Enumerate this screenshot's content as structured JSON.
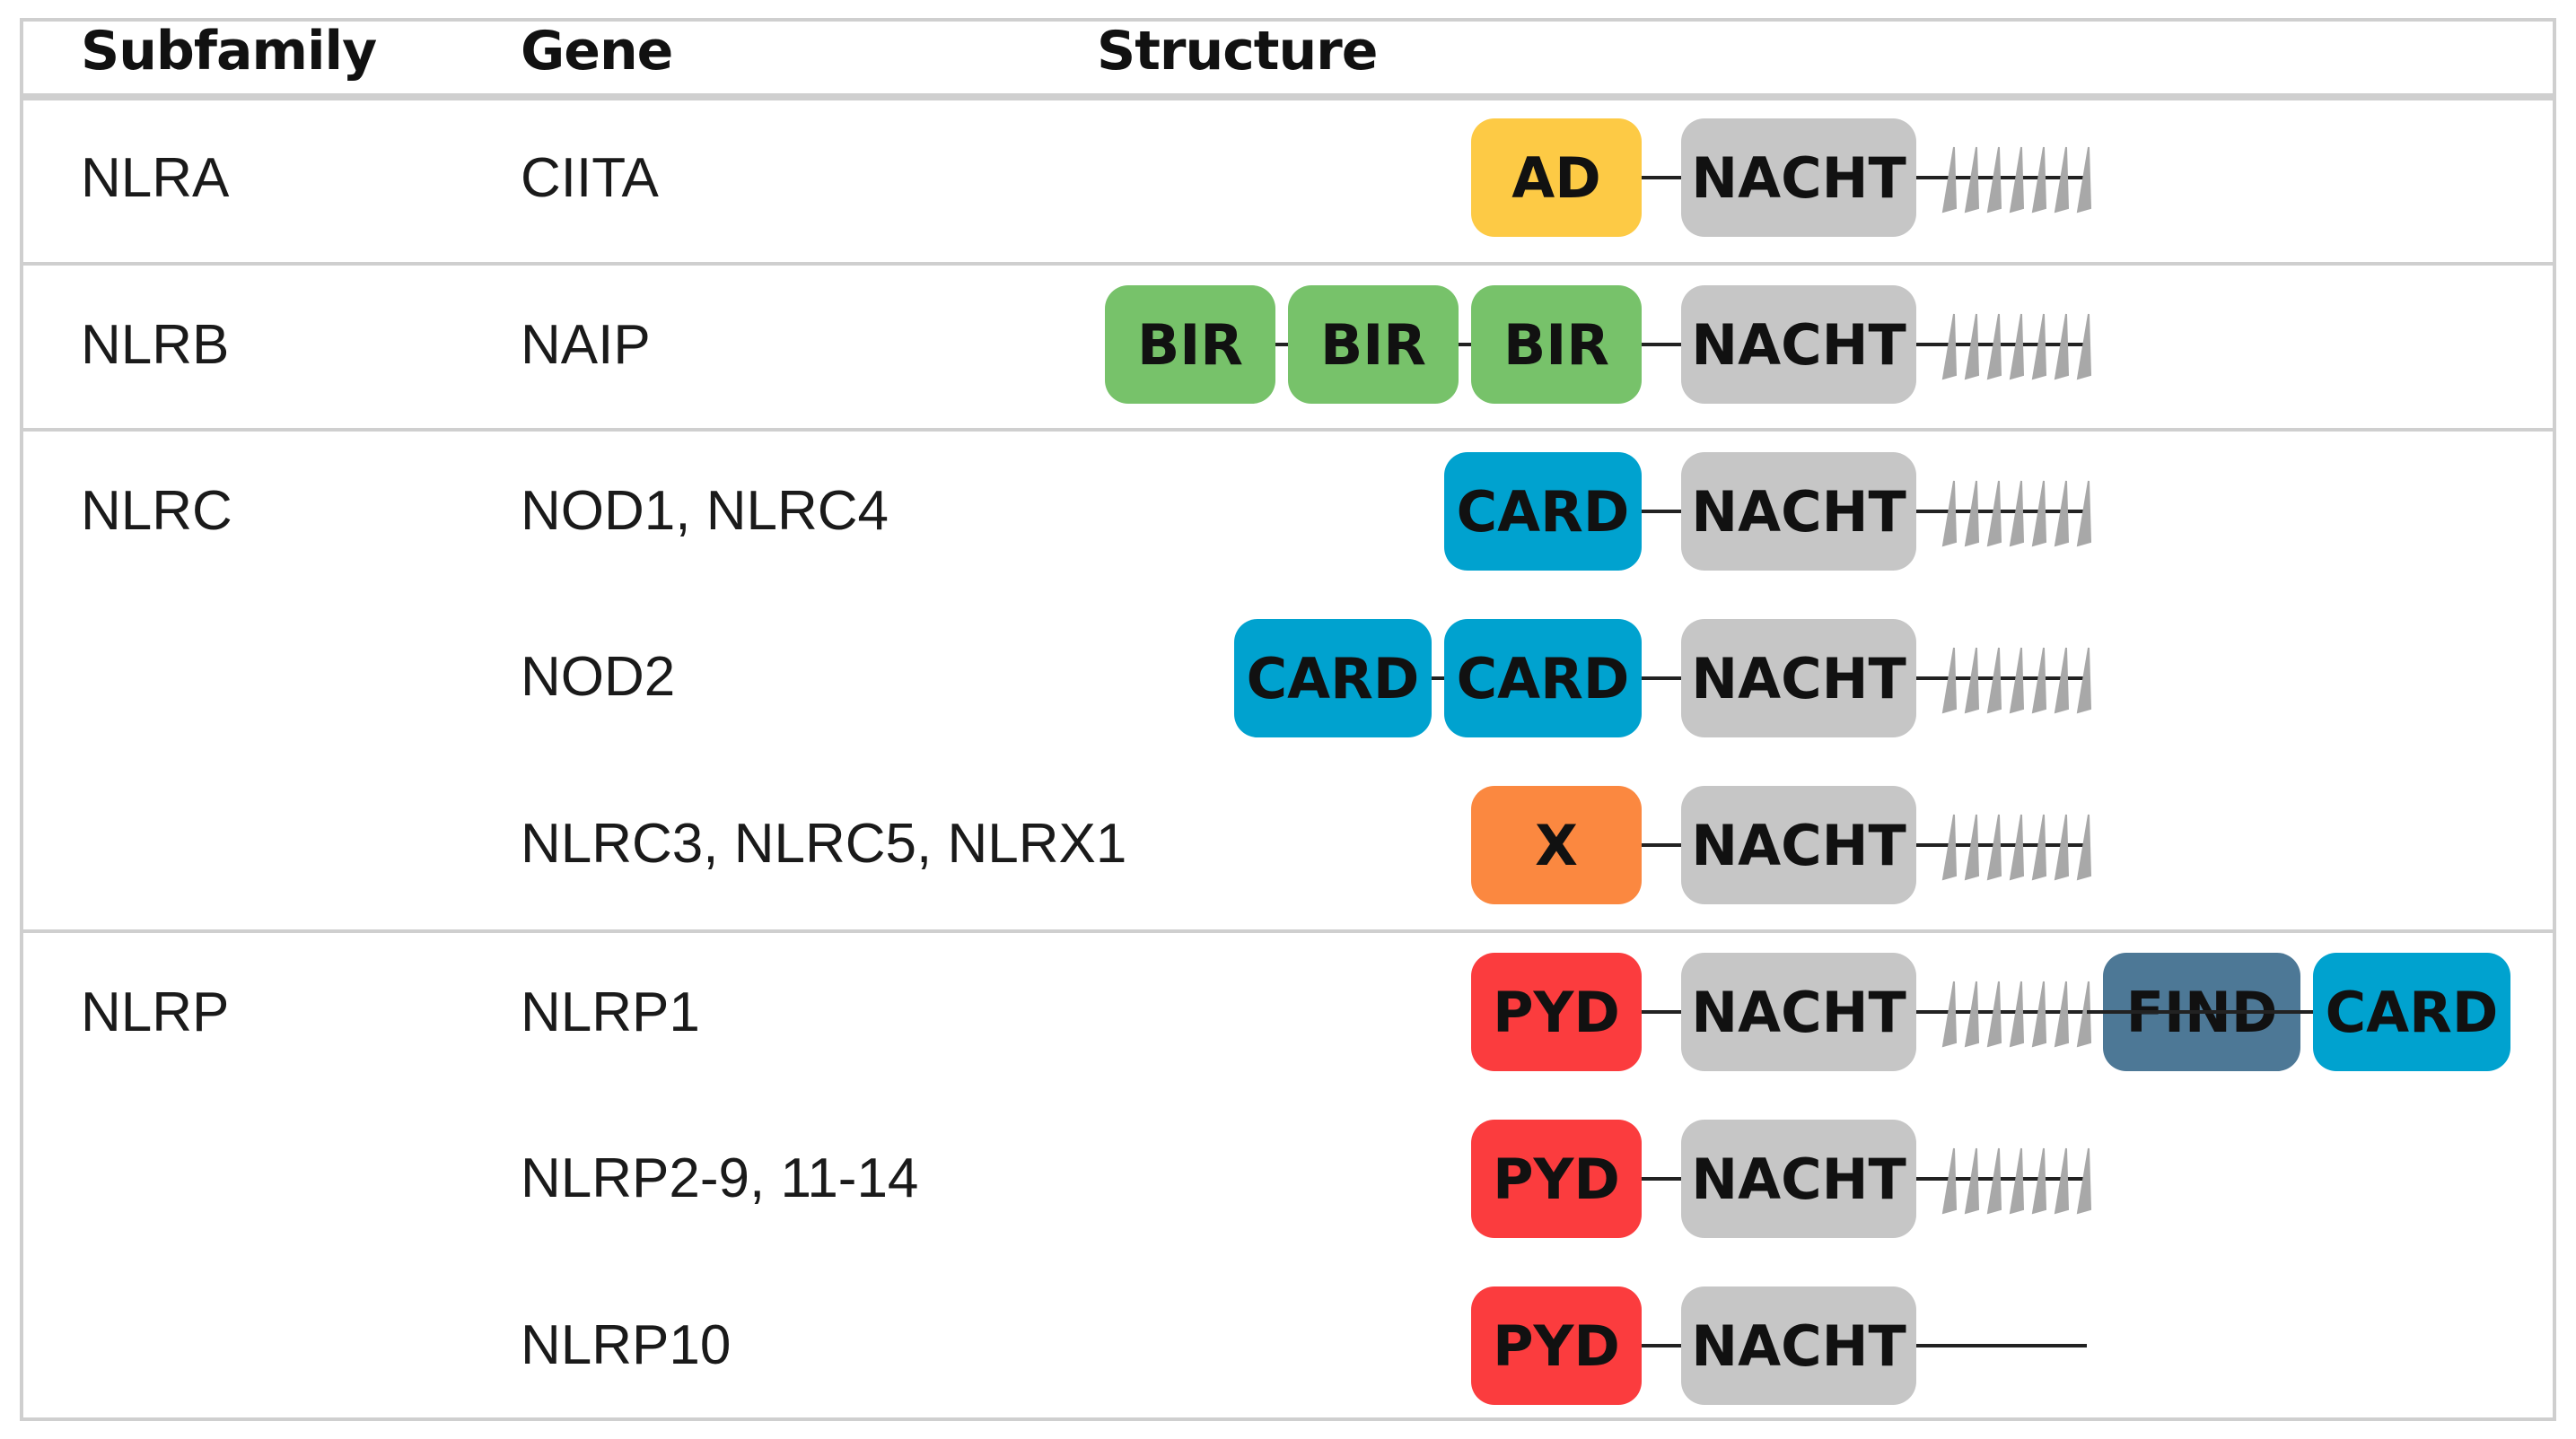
{
  "headers": {
    "subfamily": "Subfamily",
    "gene": "Gene",
    "structure": "Structure"
  },
  "colors": {
    "AD": "#fdca45",
    "BIR": "#77c26a",
    "CARD": "#00a2cf",
    "X": "#fb8840",
    "PYD": "#fb3c3e",
    "FIND": "#4d7896",
    "NACHT": "#c6c6c6",
    "line": "#222222",
    "lrr": "#a8a8a8",
    "border": "#cfcfcf"
  },
  "rows": [
    {
      "subfamily": "NLRA",
      "gene": "CIITA",
      "domains": [
        {
          "label": "AD",
          "type": "AD"
        },
        {
          "label": "NACHT",
          "type": "NACHT"
        }
      ],
      "lrr": true,
      "tail": []
    },
    {
      "subfamily": "NLRB",
      "gene": "NAIP",
      "domains": [
        {
          "label": "BIR",
          "type": "BIR"
        },
        {
          "label": "BIR",
          "type": "BIR"
        },
        {
          "label": "BIR",
          "type": "BIR"
        },
        {
          "label": "NACHT",
          "type": "NACHT"
        }
      ],
      "lrr": true,
      "tail": []
    },
    {
      "subfamily": "NLRC",
      "gene": "NOD1, NLRC4",
      "domains": [
        {
          "label": "CARD",
          "type": "CARD"
        },
        {
          "label": "NACHT",
          "type": "NACHT"
        }
      ],
      "lrr": true,
      "tail": []
    },
    {
      "subfamily": "",
      "gene": "NOD2",
      "domains": [
        {
          "label": "CARD",
          "type": "CARD"
        },
        {
          "label": "CARD",
          "type": "CARD"
        },
        {
          "label": "NACHT",
          "type": "NACHT"
        }
      ],
      "lrr": true,
      "tail": []
    },
    {
      "subfamily": "",
      "gene": "NLRC3, NLRC5, NLRX1",
      "domains": [
        {
          "label": "X",
          "type": "X"
        },
        {
          "label": "NACHT",
          "type": "NACHT"
        }
      ],
      "lrr": true,
      "tail": []
    },
    {
      "subfamily": "NLRP",
      "gene": "NLRP1",
      "domains": [
        {
          "label": "PYD",
          "type": "PYD"
        },
        {
          "label": "NACHT",
          "type": "NACHT"
        }
      ],
      "lrr": true,
      "tail": [
        {
          "label": "FIND",
          "type": "FIND"
        },
        {
          "label": "CARD",
          "type": "CARD"
        }
      ]
    },
    {
      "subfamily": "",
      "gene": "NLRP2-9, 11-14",
      "domains": [
        {
          "label": "PYD",
          "type": "PYD"
        },
        {
          "label": "NACHT",
          "type": "NACHT"
        }
      ],
      "lrr": true,
      "tail": []
    },
    {
      "subfamily": "",
      "gene": "NLRP10",
      "domains": [
        {
          "label": "PYD",
          "type": "PYD"
        },
        {
          "label": "NACHT",
          "type": "NACHT"
        }
      ],
      "lrr": false,
      "tail": []
    }
  ]
}
